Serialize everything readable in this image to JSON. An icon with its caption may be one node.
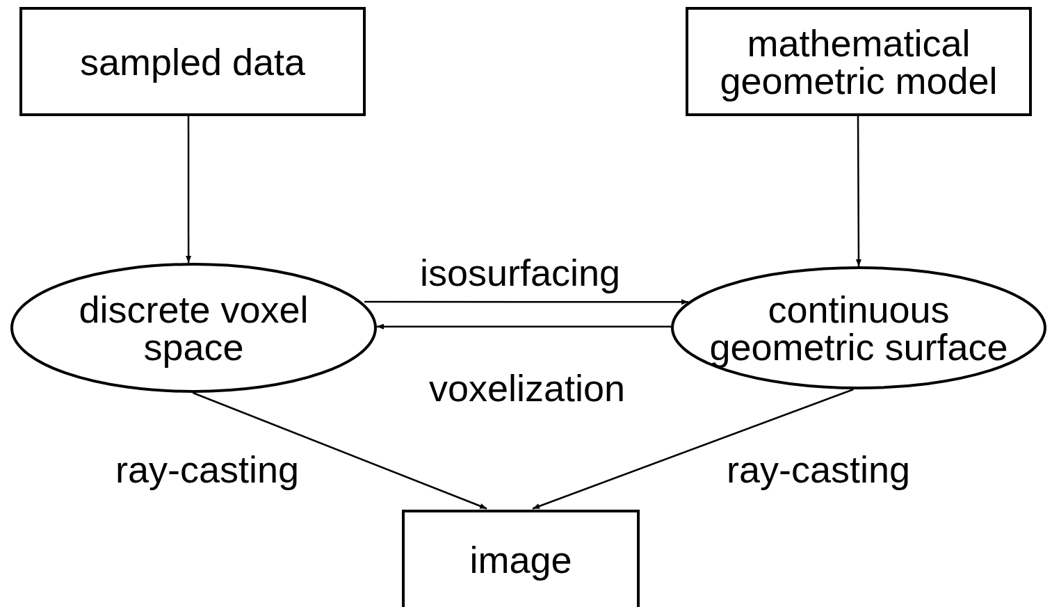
{
  "diagram": {
    "nodes": [
      {
        "text": [
          "sampled data"
        ]
      },
      {
        "text": [
          "mathematical geometric model"
        ]
      },
      {
        "text": [
          "discrete voxel space"
        ]
      },
      {
        "text": [
          "continuous geometric surface"
        ]
      },
      {
        "text": [
          "image"
        ]
      }
    ],
    "edges": [
      {
        "from": 0,
        "to": 2,
        "arrow": "to"
      },
      {
        "from": 1,
        "to": 3,
        "arrow": "to"
      },
      {
        "from": 2,
        "to": 3,
        "arrow": "to",
        "label": "isosurfacing"
      },
      {
        "from": 3,
        "to": 2,
        "arrow": "to",
        "label": "voxelization"
      },
      {
        "from": 2,
        "to": 4,
        "arrow": "to",
        "label": "ray-casting"
      },
      {
        "from": 3,
        "to": 4,
        "arrow": "to",
        "label": "ray-casting"
      }
    ]
  }
}
